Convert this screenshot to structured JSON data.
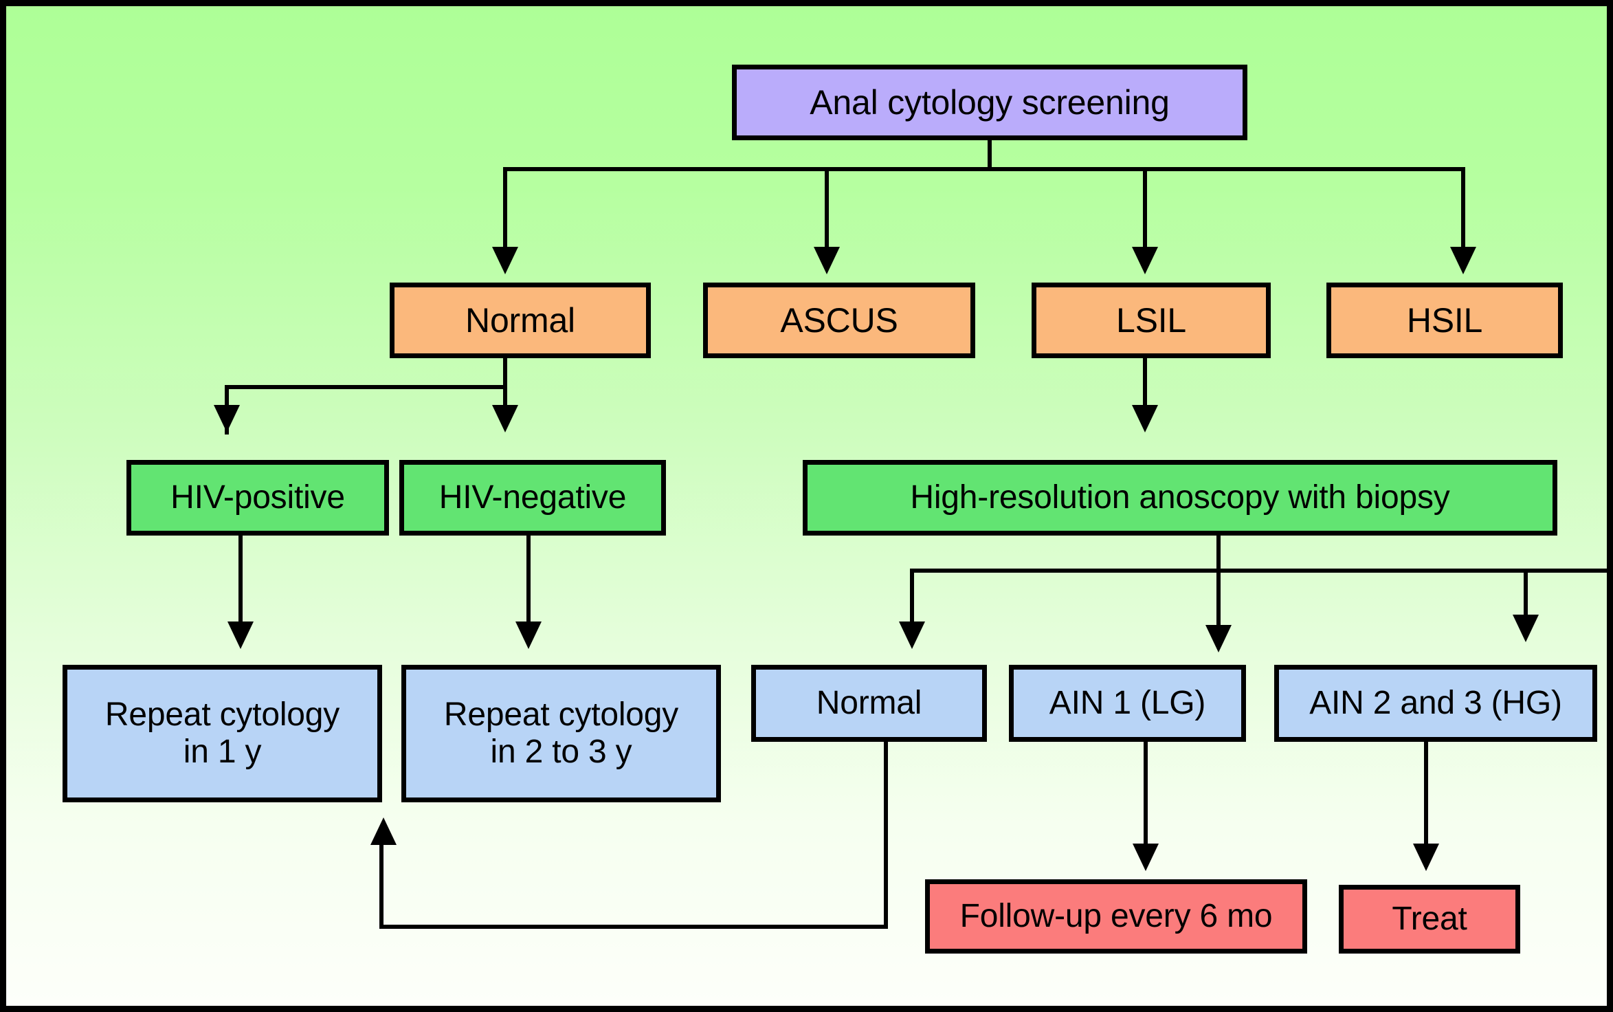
{
  "diagram": {
    "title": "Anal cytology screening algorithm",
    "background": {
      "top_color": "#aeff97",
      "bottom_color": "#fdfffa"
    },
    "palette": {
      "purple": "#baacfb",
      "orange": "#fbb87c",
      "green": "#62e472",
      "blue": "#b8d4f6",
      "red": "#fb7c7c",
      "line": "#000000"
    },
    "nodes": {
      "root": {
        "label": "Anal cytology screening",
        "color": "purple"
      },
      "normal_cyt": {
        "label": "Normal",
        "color": "orange"
      },
      "ascus": {
        "label": "ASCUS",
        "color": "orange"
      },
      "lsil": {
        "label": "LSIL",
        "color": "orange"
      },
      "hsil": {
        "label": "HSIL",
        "color": "orange"
      },
      "hiv_pos": {
        "label": "HIV-positive",
        "color": "green"
      },
      "hiv_neg": {
        "label": "HIV-negative",
        "color": "green"
      },
      "hra": {
        "label": "High-resolution anoscopy with biopsy",
        "color": "green"
      },
      "repeat_1y": {
        "label": "Repeat cytology\nin 1 y",
        "color": "blue"
      },
      "repeat_2to3y": {
        "label": "Repeat cytology\nin 2 to 3 y",
        "color": "blue"
      },
      "biopsy_normal": {
        "label": "Normal",
        "color": "blue"
      },
      "ain1": {
        "label": "AIN 1 (LG)",
        "color": "blue"
      },
      "ain23": {
        "label": "AIN 2 and 3 (HG)",
        "color": "blue"
      },
      "followup": {
        "label": "Follow-up every 6 mo",
        "color": "red"
      },
      "treat": {
        "label": "Treat",
        "color": "red"
      }
    },
    "edges": [
      {
        "from": "root",
        "to": "normal_cyt"
      },
      {
        "from": "root",
        "to": "ascus"
      },
      {
        "from": "root",
        "to": "lsil"
      },
      {
        "from": "root",
        "to": "hsil"
      },
      {
        "from": "normal_cyt",
        "to": "hiv_pos"
      },
      {
        "from": "normal_cyt",
        "to": "hiv_neg"
      },
      {
        "from": "lsil",
        "to": "hra"
      },
      {
        "from": "hiv_pos",
        "to": "repeat_1y"
      },
      {
        "from": "hiv_neg",
        "to": "repeat_2to3y"
      },
      {
        "from": "hra",
        "to": "biopsy_normal"
      },
      {
        "from": "hra",
        "to": "ain1"
      },
      {
        "from": "hra",
        "to": "ain23"
      },
      {
        "from": "ain1",
        "to": "followup"
      },
      {
        "from": "ain23",
        "to": "treat"
      },
      {
        "from": "biopsy_normal",
        "to": "repeat_cytology_loop"
      }
    ]
  }
}
